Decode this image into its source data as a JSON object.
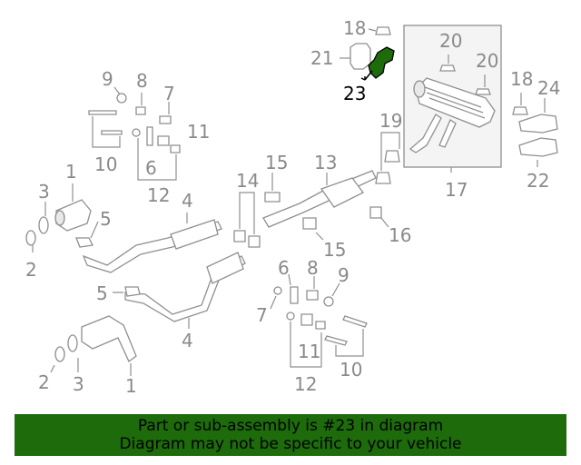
{
  "diagram": {
    "callouts": {
      "c18a": "18",
      "c21": "21",
      "c23": "23",
      "c20a": "20",
      "c20b": "20",
      "c18b": "18",
      "c24": "24",
      "c19": "19",
      "c17": "17",
      "c22": "22",
      "c9a": "9",
      "c8a": "8",
      "c7a": "7",
      "c11a": "11",
      "c10a": "10",
      "c6a": "6",
      "c12a": "12",
      "c1a": "1",
      "c3a": "3",
      "c5a": "5",
      "c4a": "4",
      "c2a": "2",
      "c15a": "15",
      "c13": "13",
      "c14": "14",
      "c15b": "15",
      "c16": "16",
      "c5b": "5",
      "c4b": "4",
      "c2b": "2",
      "c3b": "3",
      "c1b": "1",
      "c6b": "6",
      "c8b": "8",
      "c9b": "9",
      "c7b": "7",
      "c11b": "11",
      "c12b": "12",
      "c10b": "10"
    },
    "highlight_part": "23",
    "colors": {
      "highlight": "#1d6b0b",
      "lines": "#8f8f8f",
      "labels": "#8a8a8a"
    }
  },
  "banner": {
    "line1": "Part or sub-assembly is #23 in diagram",
    "line2": "Diagram may not be specific to your vehicle",
    "background": "#1d6b0b"
  }
}
